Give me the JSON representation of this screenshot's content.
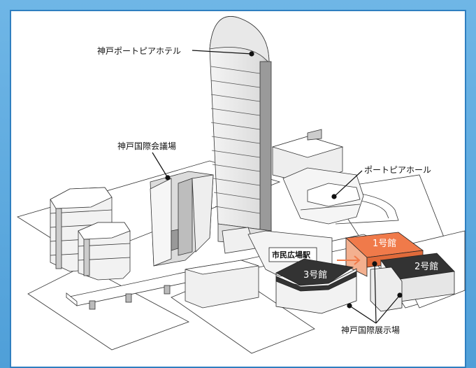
{
  "labels": {
    "hotel": "神戸ポートピアホテル",
    "conference": "神戸国際会議場",
    "hall": "ポートピアホール",
    "station": "市民広場駅",
    "exhibition": "神戸国際展示場",
    "bldg1": "1号館",
    "bldg2": "2号館",
    "bldg3": "3号館"
  },
  "colors": {
    "frame": "#4f9fd8",
    "building1": "#f07a4a",
    "building_dark": "#333333",
    "outline": "#222222"
  }
}
